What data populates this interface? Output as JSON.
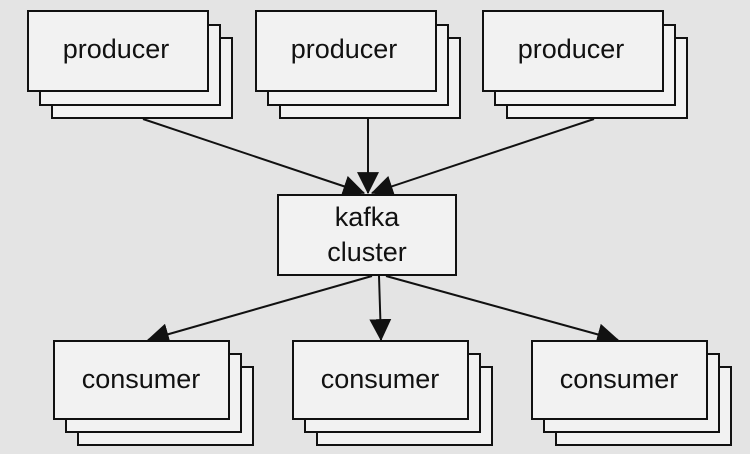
{
  "producers": [
    {
      "label": "producer"
    },
    {
      "label": "producer"
    },
    {
      "label": "producer"
    }
  ],
  "cluster": {
    "line1": "kafka",
    "line2": "cluster"
  },
  "consumers": [
    {
      "label": "consumer"
    },
    {
      "label": "consumer"
    },
    {
      "label": "consumer"
    }
  ],
  "colors": {
    "background": "#e4e4e4",
    "box_fill": "#f2f2f2",
    "stroke": "#111111"
  }
}
